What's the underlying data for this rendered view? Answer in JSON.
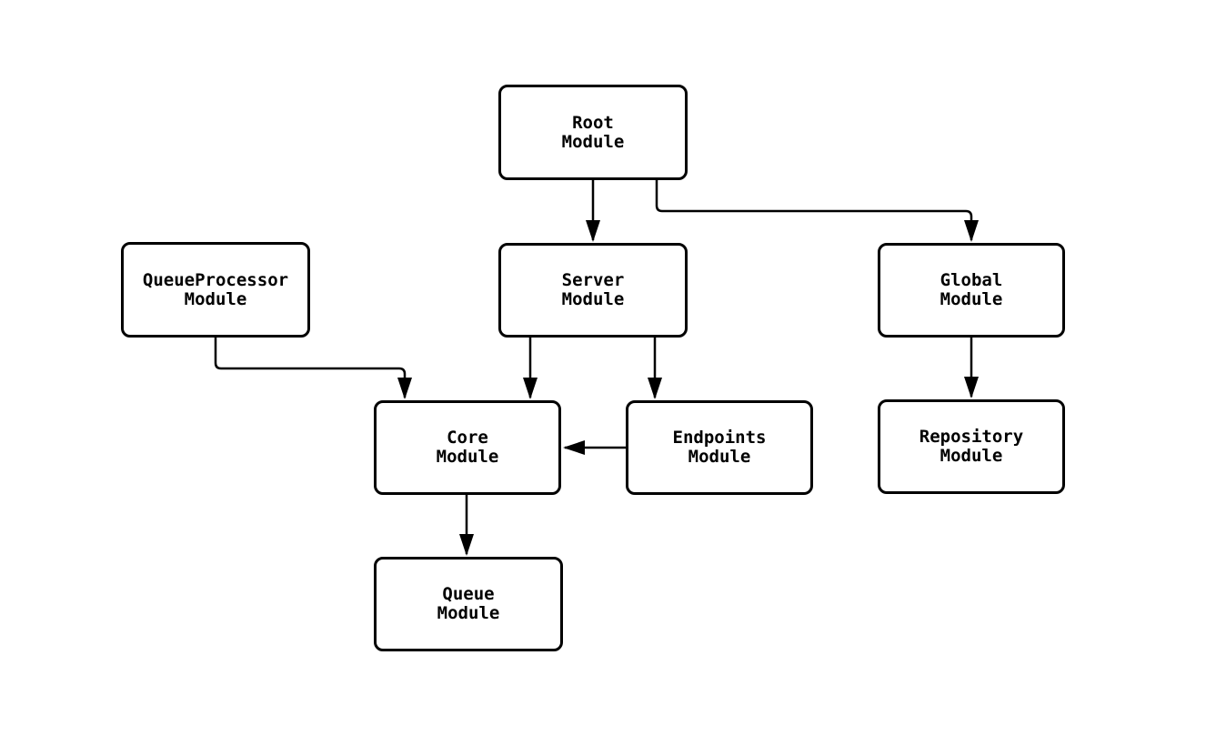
{
  "diagram": {
    "type": "module-dependency-flowchart",
    "background_color": "#ffffff",
    "stroke_color": "#000000",
    "text_color": "#000000",
    "nodes": [
      {
        "id": "root",
        "line1": "Root",
        "line2": "Module"
      },
      {
        "id": "queueprocessor",
        "line1": "QueueProcessor",
        "line2": "Module"
      },
      {
        "id": "server",
        "line1": "Server",
        "line2": "Module"
      },
      {
        "id": "global",
        "line1": "Global",
        "line2": "Module"
      },
      {
        "id": "core",
        "line1": "Core",
        "line2": "Module"
      },
      {
        "id": "endpoints",
        "line1": "Endpoints",
        "line2": "Module"
      },
      {
        "id": "repository",
        "line1": "Repository",
        "line2": "Module"
      },
      {
        "id": "queue",
        "line1": "Queue",
        "line2": "Module"
      }
    ],
    "edges": [
      {
        "from": "root",
        "to": "server"
      },
      {
        "from": "root",
        "to": "global"
      },
      {
        "from": "queueprocessor",
        "to": "core"
      },
      {
        "from": "server",
        "to": "core"
      },
      {
        "from": "server",
        "to": "endpoints"
      },
      {
        "from": "global",
        "to": "repository"
      },
      {
        "from": "endpoints",
        "to": "core"
      },
      {
        "from": "core",
        "to": "queue"
      }
    ]
  }
}
